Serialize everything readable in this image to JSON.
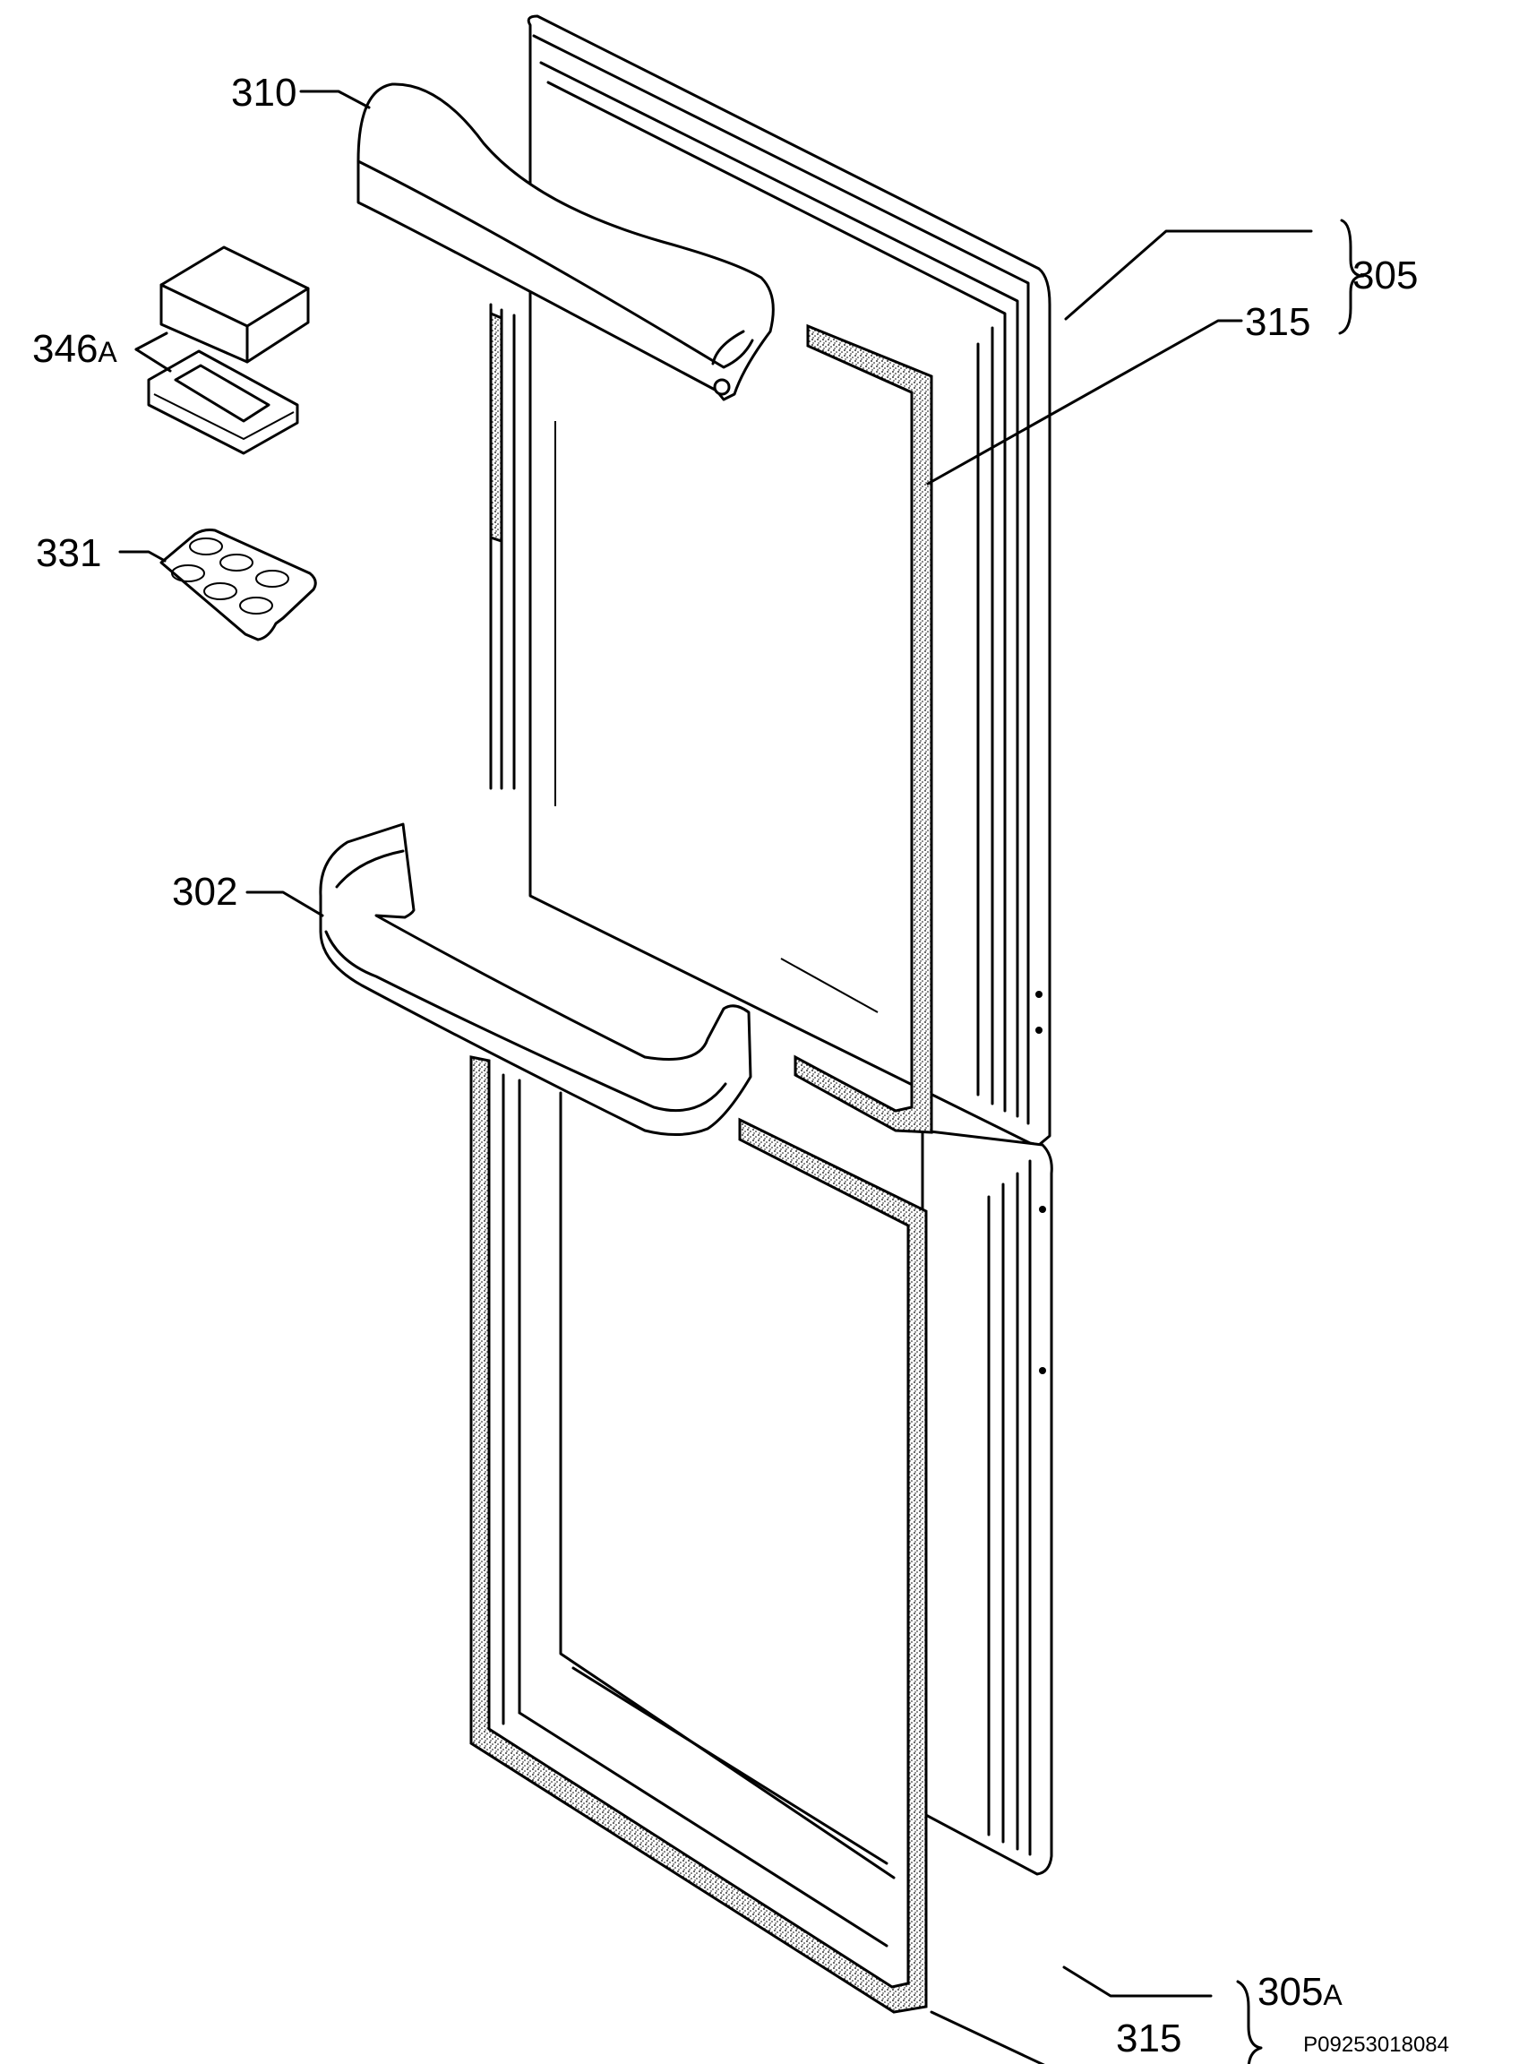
{
  "labels": {
    "handle_top": "310",
    "filter": "346",
    "filter_suffix": "A",
    "egg_tray": "331",
    "handle_bottom": "302",
    "door_top": "305",
    "seal_top": "315",
    "door_bottom": "305",
    "door_bottom_suffix": "A",
    "seal_bottom": "315"
  },
  "reference_code": "P09253018084"
}
